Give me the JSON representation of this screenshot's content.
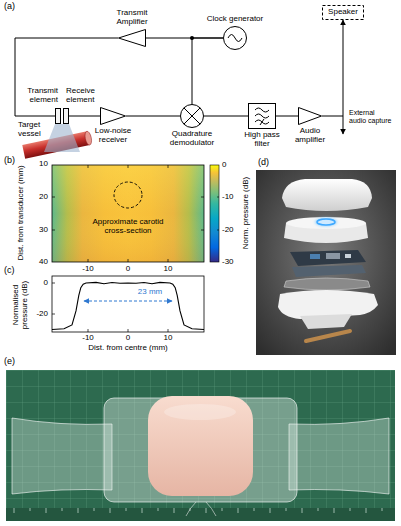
{
  "diagram": {
    "nodes": [
      {
        "text": [
          "Transmit Amplifier"
        ]
      },
      {
        "text": [
          "Clock generator"
        ]
      },
      {
        "text": [
          "Speaker"
        ]
      },
      {
        "text": [
          "Transmit element"
        ]
      },
      {
        "text": [
          "Receive element"
        ]
      },
      {
        "text": [
          "Low-noise receiver"
        ]
      },
      {
        "text": [
          "Quadrature demodulator"
        ]
      },
      {
        "text": [
          "High pass filter"
        ]
      },
      {
        "text": [
          "Audio amplifier"
        ]
      }
    ],
    "edges": [
      {
        "from": 1,
        "to": 0,
        "arrow": "none"
      },
      {
        "from": 0,
        "to": 3,
        "arrow": "none"
      },
      {
        "from": 1,
        "to": 6,
        "arrow": "none"
      },
      {
        "from": 4,
        "to": 5,
        "arrow": "none"
      },
      {
        "from": 5,
        "to": 6,
        "arrow": "none"
      },
      {
        "from": 6,
        "to": 7,
        "arrow": "none"
      },
      {
        "from": 7,
        "to": 8,
        "arrow": "none"
      },
      {
        "from": 8,
        "to": 2,
        "arrow": "to"
      }
    ],
    "labels": [
      "(a)",
      "Target vessel",
      "External audio capture",
      "(b)",
      "Dist. from transducer (mm)",
      "10",
      "20",
      "30",
      "40",
      "-10",
      "0",
      "10",
      "Approximate carotid cross-section",
      "Norm. pressure (dB)",
      "0",
      "-10",
      "-20",
      "-30",
      "(c)",
      "Normalised pressure (dB)",
      "0",
      "-20",
      "-10",
      "0",
      "10",
      "Dist. from centre (mm)",
      "23 mm",
      "(d)",
      "(e)"
    ]
  }
}
